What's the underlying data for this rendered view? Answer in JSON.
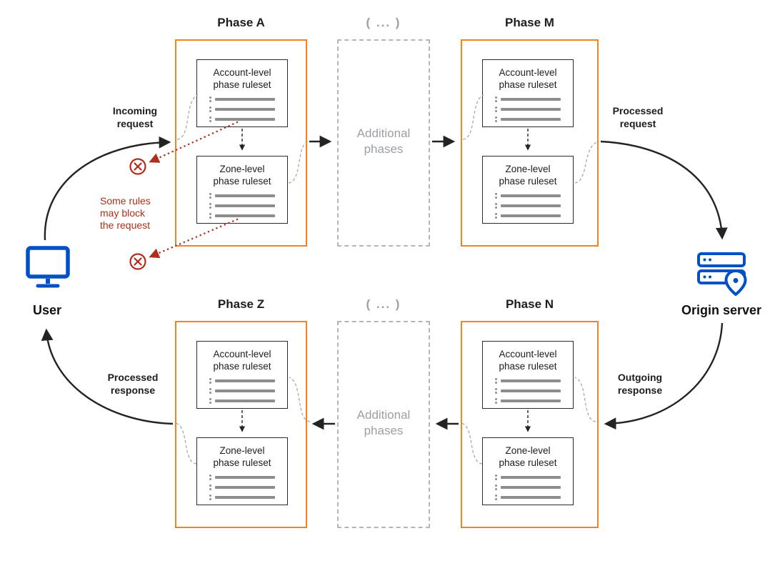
{
  "diagram": {
    "phases": {
      "a": "Phase A",
      "m": "Phase M",
      "z": "Phase Z",
      "n": "Phase N"
    },
    "additional": {
      "title": "( ... )",
      "label": "Additional\nphases"
    },
    "ruleset": {
      "account": "Account-level\nphase ruleset",
      "zone": "Zone-level\nphase ruleset"
    },
    "flow_labels": {
      "incoming_request": "Incoming\nrequest",
      "processed_request": "Processed\nrequest",
      "outgoing_response": "Outgoing\nresponse",
      "processed_response": "Processed\nresponse"
    },
    "block_note": "Some rules\nmay block\nthe request",
    "nodes": {
      "user": "User",
      "origin": "Origin server"
    },
    "colors": {
      "phase_border": "#f6821f",
      "node_blue": "#0051c3",
      "block_red": "#b02e1d",
      "muted_gray": "#9aa0a6",
      "dashed_gray": "#b5b5b5",
      "bar_gray": "#8d8d8d",
      "ink": "#232323"
    }
  }
}
